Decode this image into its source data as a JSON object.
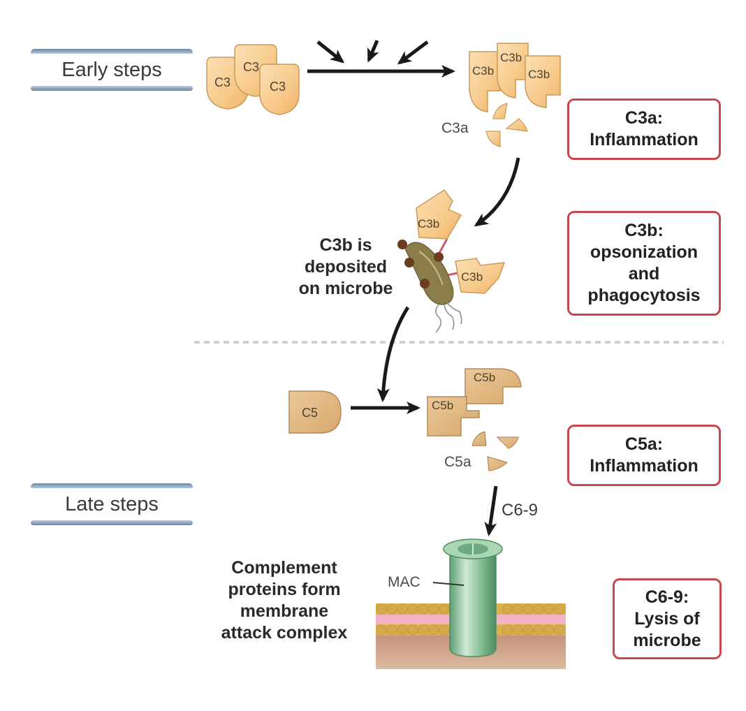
{
  "stages": {
    "early": "Early steps",
    "late": "Late steps"
  },
  "molecules": {
    "c3": [
      "C3",
      "C3",
      "C3"
    ],
    "c3b_cluster": [
      "C3b",
      "C3b",
      "C3b"
    ],
    "c3a_label": "C3a",
    "c3b_bound": [
      "C3b",
      "C3b"
    ],
    "c5": "C5",
    "c5b_cluster": [
      "C5b",
      "C5b"
    ],
    "c5a_label": "C5a",
    "c6_9_label": "C6-9",
    "mac_label": "MAC"
  },
  "captions": {
    "deposited": [
      "C3b is",
      "deposited",
      "on microbe"
    ],
    "mac_forms": [
      "Complement",
      "proteins form",
      "membrane",
      "attack complex"
    ]
  },
  "functions": [
    {
      "lines": [
        "C3a:",
        "Inflammation"
      ]
    },
    {
      "lines": [
        "C3b:",
        "opsonization",
        "and",
        "phagocytosis"
      ]
    },
    {
      "lines": [
        "C5a:",
        "Inflammation"
      ]
    },
    {
      "lines": [
        "C6-9:",
        "Lysis of",
        "microbe"
      ]
    }
  ],
  "colors": {
    "c3_fill": "#f7c98a",
    "c5_fill": "#e2b880",
    "function_border": "#c8474f",
    "stage_bar": "#6c86a3",
    "microbe": "#8b7d4a",
    "mac_green": "#7fba8f",
    "membrane_head": "#d9b24f",
    "membrane_tail": "#f2b3c4",
    "cytoplasm": "#c9a287"
  }
}
